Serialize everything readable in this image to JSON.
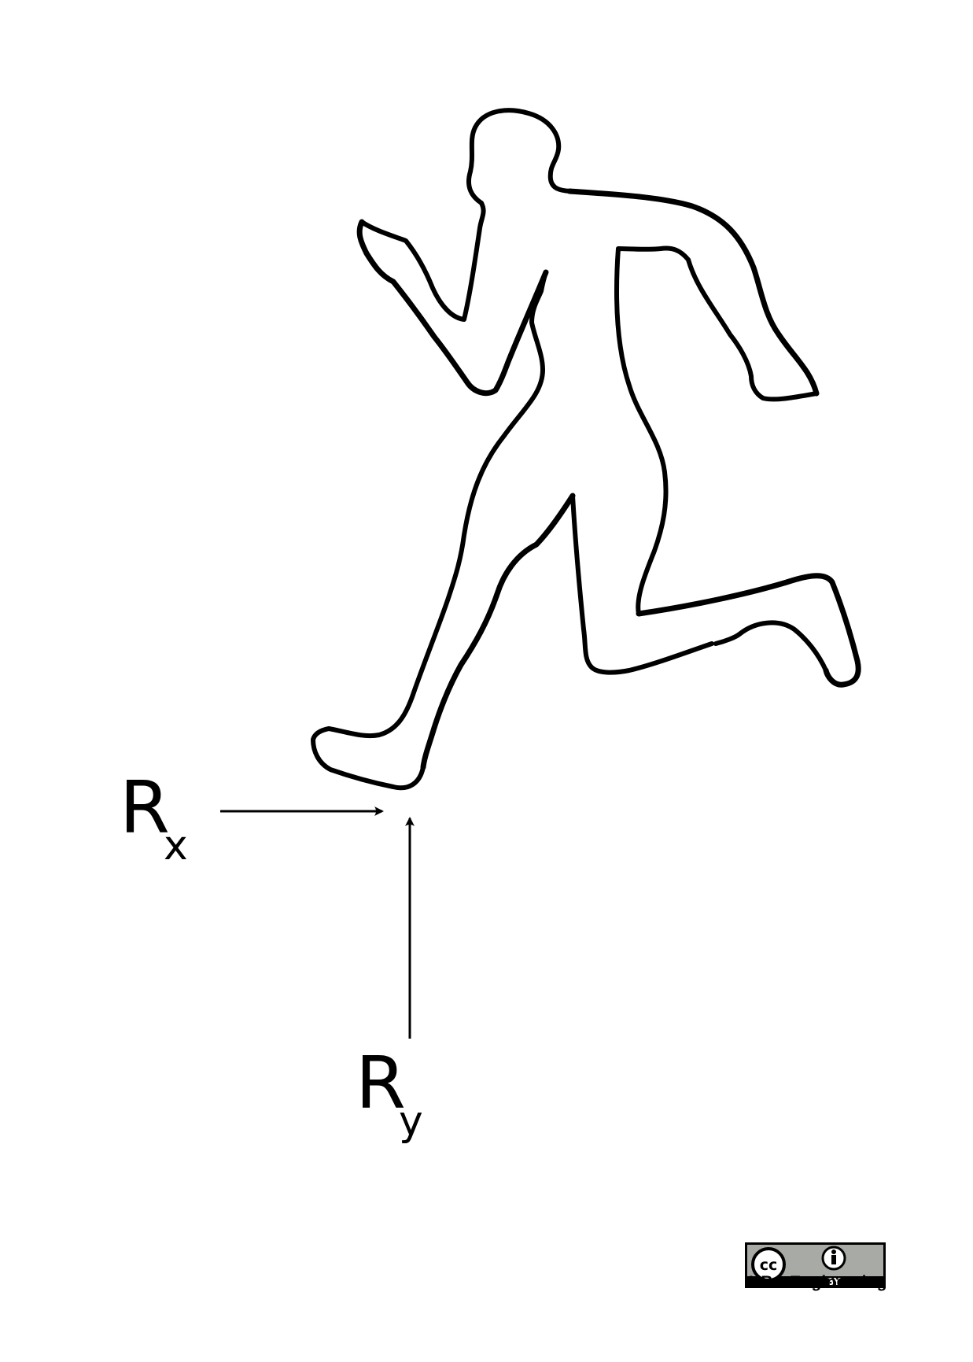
{
  "labels": {
    "rx_main": "R",
    "rx_sub": "x",
    "ry_main": "R",
    "ry_sub": "y"
  },
  "badge": {
    "cc": "cc",
    "by": "BY"
  },
  "credit": "UBC Engineering",
  "colors": {
    "ink": "#000000",
    "badge_gray": "#a8aaa5"
  }
}
